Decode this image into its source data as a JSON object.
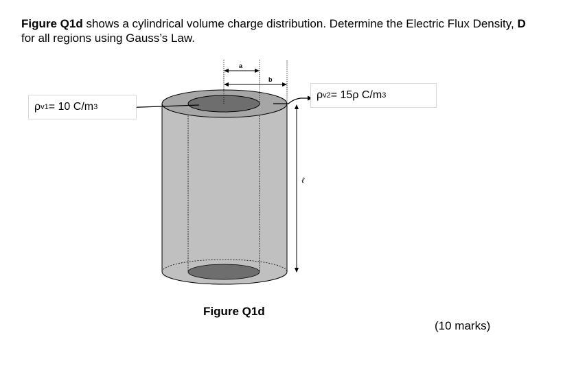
{
  "question": {
    "fig_ref": "Figure Q1d",
    "text_1": " shows a cylindrical volume charge distribution. Determine the Electric Flux Density, ",
    "d_symbol": "D",
    "text_2": " for all regions using Gauss’s Law."
  },
  "figure": {
    "rho_v1": {
      "rho": "ρ",
      "sub": "v1",
      "value": " = 10 C/m",
      "exp": "3"
    },
    "rho_v2": {
      "rho": "ρ",
      "sub": "v2",
      "value": " = 15ρ C/m",
      "exp": "3"
    },
    "dim_a": "a",
    "dim_b": "b",
    "dim_length": "ℓ",
    "caption": "Figure Q1d"
  },
  "marks": "(10 marks)",
  "colors": {
    "outer_cylinder": "#c0c0c0",
    "inner_core": "#6e6e6e",
    "outline": "#000000"
  }
}
